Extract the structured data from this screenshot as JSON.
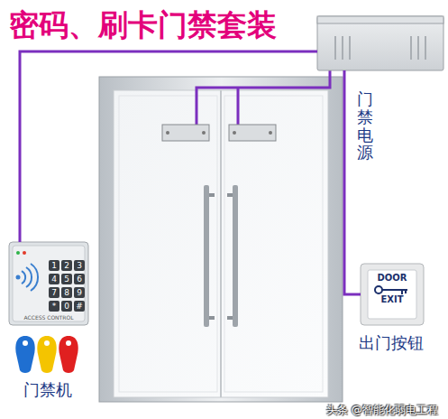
{
  "diagram": {
    "title": "密码、刷卡门禁套装",
    "nodes": [
      {
        "text": [
          "门禁电源"
        ]
      },
      {
        "text": [
          "门禁机"
        ]
      },
      {
        "text": [
          "DOOR",
          "EXIT",
          "出门按钮"
        ]
      }
    ],
    "edges": [
      {
        "from": 1,
        "to": 0,
        "arrow": "none"
      },
      {
        "from": 0,
        "to": 2,
        "arrow": "none"
      }
    ],
    "labels": [
      "ACCESS CONTROL",
      "1",
      "2",
      "3",
      "4",
      "5",
      "6",
      "7",
      "8",
      "9",
      "*",
      "0",
      "#",
      "头条 @智能化弱电工程"
    ]
  }
}
